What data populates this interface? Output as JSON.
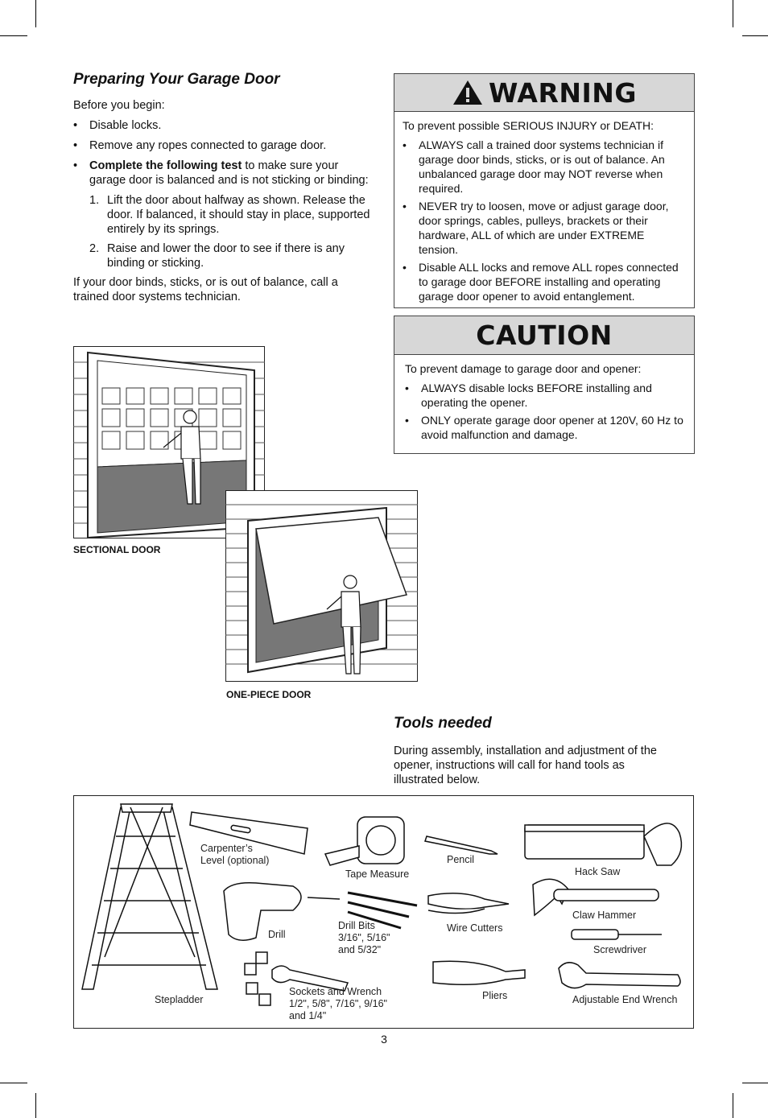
{
  "preparing": {
    "title": "Preparing Your Garage Door",
    "intro": "Before you begin:",
    "bullets": [
      "Disable locks.",
      "Remove any ropes connected to garage door."
    ],
    "test_bold": "Complete the following test",
    "test_rest": " to make sure your garage door is balanced and is not sticking or binding:",
    "steps": [
      {
        "n": "1.",
        "text": "Lift the door about halfway as shown. Release the door. If balanced, it should stay in place, supported entirely by its springs."
      },
      {
        "n": "2.",
        "text": "Raise and lower the door to see if there is any binding or sticking."
      }
    ],
    "closing": "If your door binds, sticks, or is out of balance, call a trained door systems technician."
  },
  "warning": {
    "title": "WARNING",
    "intro": "To prevent possible SERIOUS INJURY or DEATH:",
    "items": [
      "ALWAYS call a trained door systems technician if garage door binds, sticks, or is out of balance. An unbalanced garage door may NOT reverse when required.",
      "NEVER try to loosen, move or adjust garage door, door springs, cables, pulleys, brackets or their hardware, ALL of which are under EXTREME tension.",
      "Disable ALL locks and remove ALL ropes connected to garage door BEFORE installing and operating garage door opener to avoid entanglement."
    ]
  },
  "caution": {
    "title": "CAUTION",
    "intro": "To prevent damage to garage door and opener:",
    "items": [
      "ALWAYS disable locks BEFORE installing and operating the opener.",
      "ONLY operate garage door opener at 120V, 60 Hz to avoid malfunction and damage."
    ]
  },
  "figures": {
    "sectional": "SECTIONAL DOOR",
    "one_piece": "ONE-PIECE DOOR"
  },
  "tools": {
    "title": "Tools needed",
    "intro": "During assembly, installation and adjustment of the opener, instructions will call for hand tools as illustrated below.",
    "labels": {
      "level": "Carpenter’s\nLevel (optional)",
      "tape": "Tape Measure",
      "pencil": "Pencil",
      "hacksaw": "Hack Saw",
      "hammer": "Claw Hammer",
      "drill": "Drill",
      "bits": "Drill Bits\n3/16\", 5/16\"\nand 5/32\"",
      "wirecutters": "Wire Cutters",
      "screwdriver": "Screwdriver",
      "stepladder": "Stepladder",
      "sockets": "Sockets and Wrench\n1/2\", 5/8\", 7/16\", 9/16\"\nand 1/4\"",
      "pliers": "Pliers",
      "wrench": "Adjustable End Wrench"
    }
  },
  "page_number": "3"
}
